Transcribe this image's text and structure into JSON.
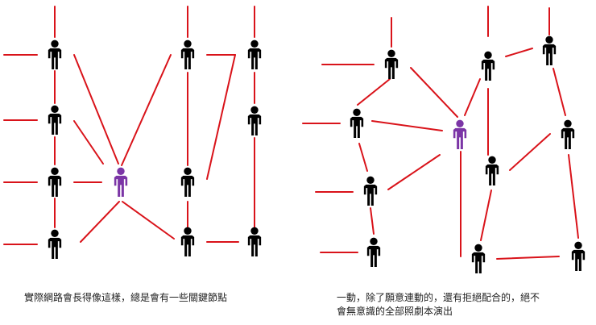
{
  "colors": {
    "line": "#d9131a",
    "person": "#000000",
    "key_person": "#7b35a6",
    "background": "#ffffff"
  },
  "left_panel": {
    "caption": "實際網路會長得像這樣，總是會有一些關鍵節點"
  },
  "right_panel": {
    "caption_line1": "一動，除了願意連動的，還有拒絕配合的，絕不",
    "caption_line2": "會無意識的全部照劇本演出"
  }
}
